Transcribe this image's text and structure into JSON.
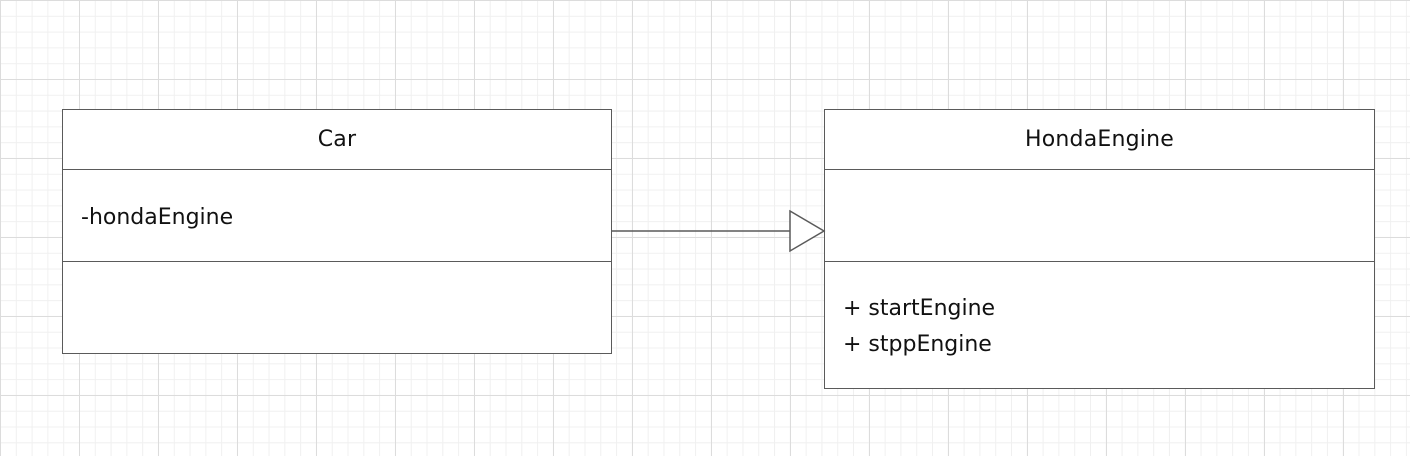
{
  "diagram": {
    "type": "uml-class-diagram",
    "classes": [
      {
        "id": "car",
        "name": "Car",
        "attributes": [
          "-hondaEngine"
        ],
        "operations": []
      },
      {
        "id": "honda-engine",
        "name": "HondaEngine",
        "attributes": [],
        "operations": [
          "+ startEngine",
          "+ stppEngine"
        ]
      }
    ],
    "relations": [
      {
        "from": "car",
        "to": "honda-engine",
        "arrowhead": "hollow-triangle"
      }
    ]
  },
  "colors": {
    "line": "#5a5a5a",
    "text": "#111111",
    "fill": "#ffffff",
    "grid_major": "#dcdcdc",
    "grid_minor": "#f0f0f0"
  }
}
